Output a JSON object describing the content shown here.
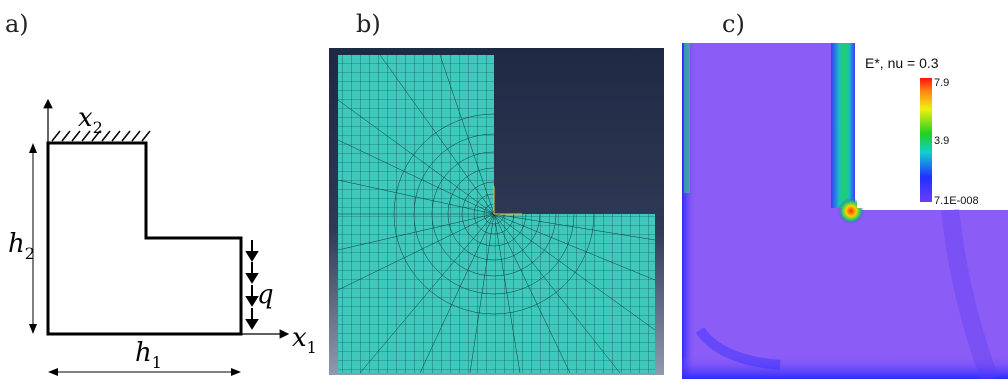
{
  "panels": {
    "a": "a)",
    "b": "b)",
    "c": "c)"
  },
  "diagram_a": {
    "x1": "x",
    "x1_sub": "1",
    "x2": "x",
    "x2_sub": "2",
    "h1": "h",
    "h1_sub": "1",
    "h2": "h",
    "h2_sub": "2",
    "load": "q"
  },
  "mesh_b": {
    "colors": {
      "mesh": "#3fc9bd",
      "line": "#0b3b38",
      "background_top": "#1e2a44",
      "background_bottom": "#8e9aae"
    }
  },
  "contour_c": {
    "legend_title": "E*, nu = 0.3",
    "legend_max": "7.9",
    "legend_mid": "3.9",
    "legend_min": "7.1E-008",
    "colors": {
      "field": "#8b5cf6",
      "edge": "#3b3bff"
    }
  }
}
